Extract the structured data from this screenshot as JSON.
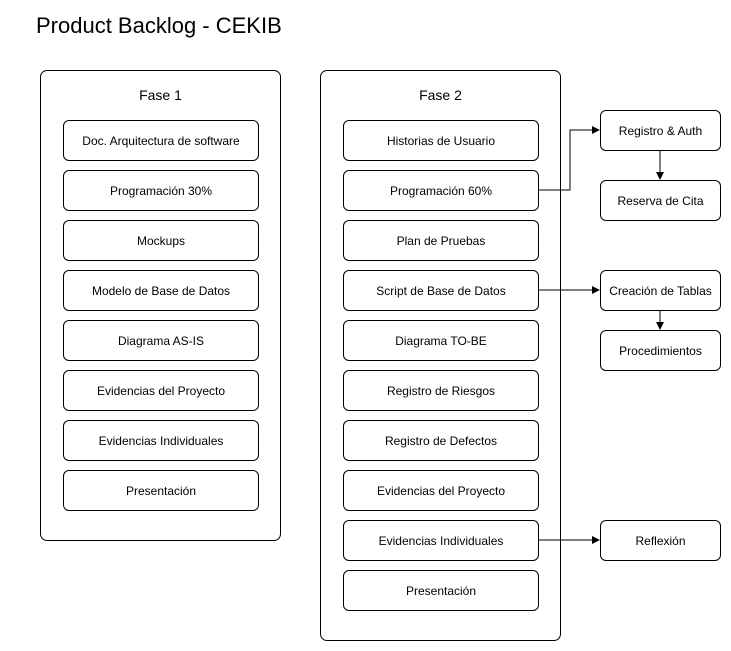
{
  "diagram": {
    "title": "Product Backlog - CEKIB",
    "phases": [
      {
        "title": "Fase 1",
        "items": [
          "Doc. Arquitectura de software",
          "Programación 30%",
          "Mockups",
          "Modelo de Base de Datos",
          "Diagrama AS-IS",
          "Evidencias del Proyecto",
          "Evidencias Individuales",
          "Presentación"
        ]
      },
      {
        "title": "Fase 2",
        "items": [
          "Historias de Usuario",
          "Programación 60%",
          "Plan de Pruebas",
          "Script de Base de Datos",
          "Diagrama TO-BE",
          "Registro de Riesgos",
          "Registro de Defectos",
          "Evidencias del Proyecto",
          "Evidencias Individuales",
          "Presentación"
        ]
      }
    ],
    "side_nodes": [
      "Registro & Auth",
      "Reserva de Cita",
      "Creación de Tablas",
      "Procedimientos",
      "Reflexión"
    ]
  }
}
